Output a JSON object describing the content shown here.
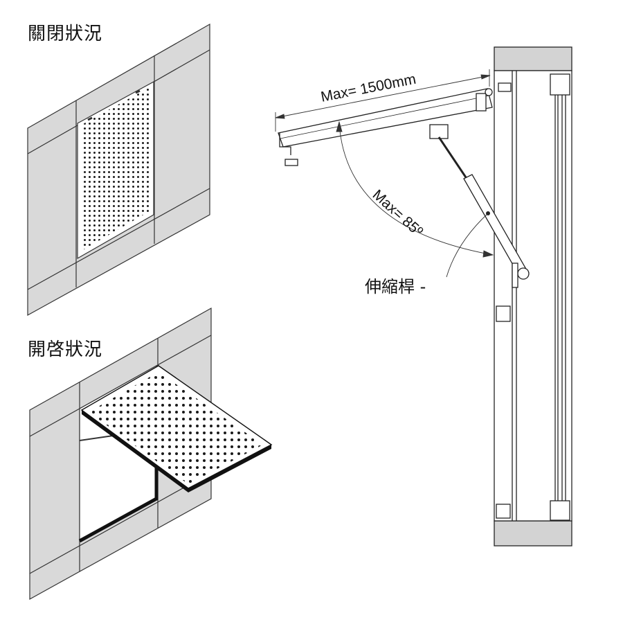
{
  "labels": {
    "closed_state": "關閉狀況",
    "open_state": "開啓狀況",
    "gas_strut": "伸縮桿 -",
    "max_length": "Max= 1500mm",
    "max_angle": "Max= 85º"
  },
  "colors": {
    "wall_panel": "#d9d9d9",
    "perforated_panel": "#ffffff",
    "hole": "#1a1a1a",
    "line": "#222222",
    "frame_gray": "#d3d3d3"
  }
}
